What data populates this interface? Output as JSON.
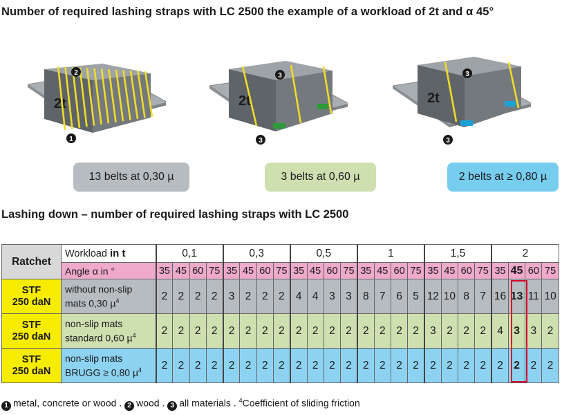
{
  "title": "Number of required lashing straps with LC 2500 the example of a workload of 2t and α 45°",
  "illustrations": [
    {
      "load_label": "2t",
      "markers": [
        "2",
        "1"
      ],
      "straps": 13
    },
    {
      "load_label": "2t",
      "markers": [
        "3",
        "3"
      ],
      "straps": 3
    },
    {
      "load_label": "2t",
      "markers": [
        "3",
        "3"
      ],
      "straps": 2
    }
  ],
  "pills": [
    "13 belts at 0,30 µ",
    "3 belts at 0,60 µ",
    "2 belts at ≥ 0,80 µ"
  ],
  "subtitle": "Lashing down – number of required lashing straps with LC 2500",
  "table": {
    "ratchet_header": "Ratchet",
    "workload_label_a": "Workload ",
    "workload_label_b": "in t",
    "angle_label": "Angle α in °",
    "workloads": [
      "0,1",
      "0,3",
      "0,5",
      "1",
      "1,5",
      "2"
    ],
    "angles": [
      "35",
      "45",
      "60",
      "75"
    ],
    "highlight_col": 21,
    "rows": [
      {
        "ratchet_a": "STF",
        "ratchet_b": "250 daN",
        "desc_a": "without non-slip",
        "desc_b": "mats 0,30 µ",
        "sup": "4",
        "values": [
          "2",
          "2",
          "2",
          "2",
          "3",
          "2",
          "2",
          "2",
          "4",
          "4",
          "3",
          "3",
          "8",
          "7",
          "6",
          "5",
          "12",
          "10",
          "8",
          "7",
          "16",
          "13",
          "11",
          "10"
        ]
      },
      {
        "ratchet_a": "STF",
        "ratchet_b": "250 daN",
        "desc_a": "non-slip mats",
        "desc_b": "standard 0,60 µ",
        "sup": "4",
        "values": [
          "2",
          "2",
          "2",
          "2",
          "2",
          "2",
          "2",
          "2",
          "2",
          "2",
          "2",
          "2",
          "2",
          "2",
          "2",
          "2",
          "3",
          "2",
          "2",
          "2",
          "4",
          "3",
          "3",
          "2"
        ]
      },
      {
        "ratchet_a": "STF",
        "ratchet_b": "250 daN",
        "desc_a": "non-slip mats",
        "desc_b": "BRUGG ≥ 0,80 µ",
        "sup": "4",
        "values": [
          "2",
          "2",
          "2",
          "2",
          "2",
          "2",
          "2",
          "2",
          "2",
          "2",
          "2",
          "2",
          "2",
          "2",
          "2",
          "2",
          "2",
          "2",
          "2",
          "2",
          "2",
          "2",
          "2",
          "2"
        ]
      }
    ]
  },
  "legend": {
    "m1": "1",
    "t1": "metal, concrete or wood .",
    "m2": "2",
    "t2": "wood .",
    "m3": "3",
    "t3": "all materials .",
    "sup": "4",
    "t4": "Coefficient of sliding friction"
  }
}
